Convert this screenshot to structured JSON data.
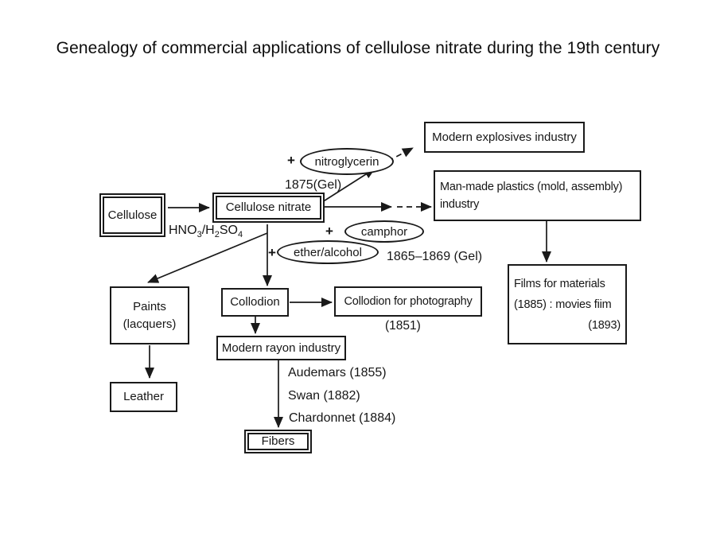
{
  "title": "Genealogy of commercial applications of cellulose nitrate during the 19th century",
  "colors": {
    "ink": "#1a1a1a",
    "background": "#ffffff"
  },
  "diagram": {
    "boxes": {
      "cellulose": {
        "label": "Cellulose"
      },
      "cellulose_nitrate": {
        "label": "Cellulose nitrate"
      },
      "explosives": {
        "label": "Modern explosives industry"
      },
      "plastics": {
        "line1": "Man-made plastics (mold, assembly)",
        "line2": "industry"
      },
      "films": {
        "line1": "Films for materials",
        "line2": "(1885) : movies fiim",
        "line3": "(1893)"
      },
      "paints": {
        "line1": "Paints",
        "line2": "(lacquers)"
      },
      "leather": {
        "label": "Leather"
      },
      "collodion": {
        "label": "Collodion"
      },
      "collodion_photography": {
        "label": "Collodion for photography"
      },
      "rayon": {
        "label": "Modern rayon industry"
      },
      "fibers": {
        "label": "Fibers"
      }
    },
    "ellipses": {
      "nitroglycerin": {
        "plus": "+",
        "label": "nitroglycerin"
      },
      "camphor": {
        "plus": "+",
        "label": "camphor"
      },
      "ether_alcohol": {
        "plus": "+",
        "label": "ether/alcohol"
      }
    },
    "labels": {
      "acid": {
        "t1": "HNO",
        "s1": "3",
        "t2": "/H",
        "s2": "2",
        "t3": "SO",
        "s3": "4"
      },
      "gel_1875": "1875(Gel)",
      "gel_1865": "1865–1869 (Gel)",
      "year_1851": "(1851)",
      "audemars": "Audemars (1855)",
      "swan": "Swan (1882)",
      "chardonnet": "Chardonnet (1884)"
    }
  }
}
